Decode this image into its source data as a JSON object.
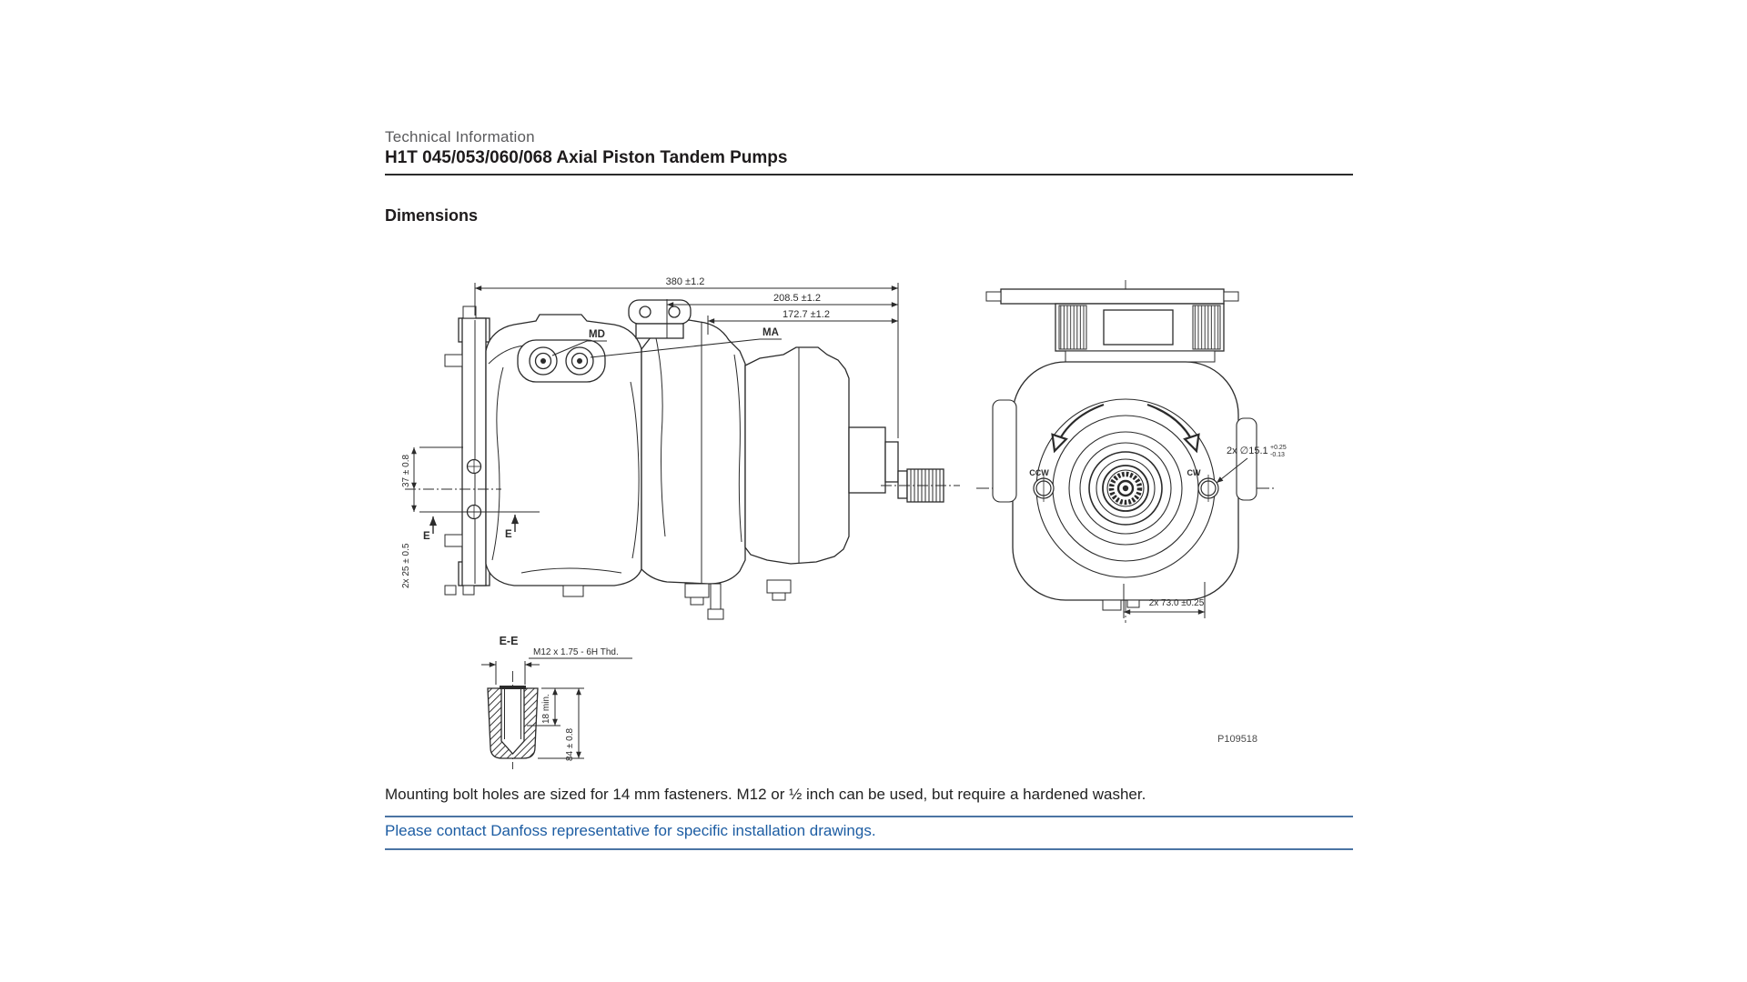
{
  "header": {
    "eyebrow": "Technical Information",
    "title": "H1T 045/053/060/068 Axial Piston Tandem Pumps"
  },
  "section": {
    "heading": "Dimensions"
  },
  "drawing": {
    "figure_ref": "P109518",
    "side_view": {
      "dim_overall": "380 ±1.2",
      "dim_port_md": "208.5 ±1.2",
      "dim_port_ma": "172.7 ±1.2",
      "label_md": "MD",
      "label_ma": "MA",
      "dim_flange": "37 ± 0.8",
      "dim_holes": "2x 25 ± 0.5",
      "section_e_left": "E",
      "section_e_right": "E"
    },
    "section_ee": {
      "title": "E-E",
      "thread_spec": "M12 x 1.75 - 6H Thd.",
      "depth_min": "18 min.",
      "depth_total": "84 ± 0.8"
    },
    "end_view": {
      "pilot_dim": "2x ∅15.1",
      "pilot_tol_plus": "+0.25",
      "pilot_tol_minus": "-0.13",
      "rotation_ccw": "CCW",
      "rotation_cw": "CW",
      "bolt_spacing": "2x 73.0 ±0.25"
    }
  },
  "notes": {
    "mounting": "Mounting bolt holes are sized for 14 mm fasteners. M12 or ½ inch can be used, but require a hardened washer.",
    "contact": "Please contact Danfoss representative for specific installation drawings."
  },
  "colors": {
    "ink": "#231f20",
    "muted_gray": "#5a5a5c",
    "blue_text": "#1d5da3",
    "blue_rule": "#4b74a3"
  }
}
